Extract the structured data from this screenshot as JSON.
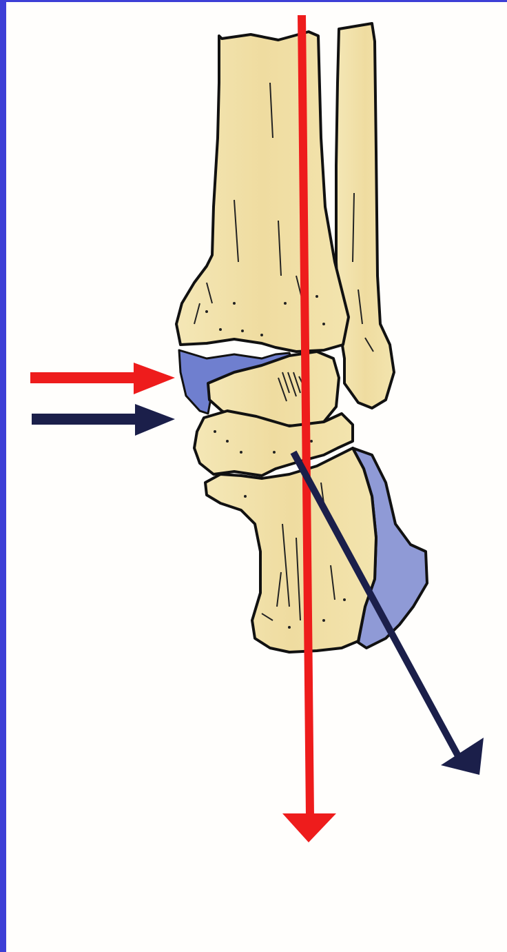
{
  "figure": {
    "subject": "ankle-joint-load-axis-illustration",
    "colors": {
      "frame_border": "#3d3fd6",
      "bone_fill": "#efe0a6",
      "bone_shade": "#e6cf8e",
      "bone_outline": "#111111",
      "cartilage_blue": "#6f7fcf",
      "load_axis_red": "#ee1c1c",
      "force_arrow_navy": "#1b1f4a"
    },
    "arrows": [
      {
        "name": "red-horizontal-arrow",
        "color": "red",
        "direction": "right"
      },
      {
        "name": "navy-horizontal-arrow",
        "color": "navy",
        "direction": "right"
      },
      {
        "name": "red-vertical-axis-arrow",
        "color": "red",
        "direction": "down"
      },
      {
        "name": "navy-oblique-arrow",
        "color": "navy",
        "direction": "down-right"
      }
    ],
    "structures": [
      "tibia",
      "fibula",
      "talus",
      "calcaneus",
      "lateral-malleolus",
      "medial-malleolus"
    ]
  }
}
